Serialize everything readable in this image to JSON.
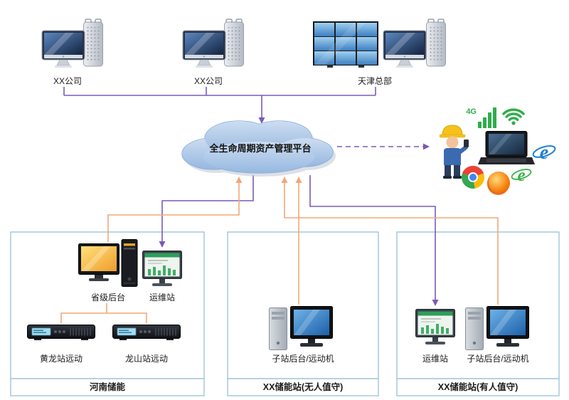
{
  "colors": {
    "purple_line": "#7a5ab8",
    "orange_line": "#f0a878",
    "box_border": "#9fc5d8",
    "green_icon": "#2fae4a",
    "cloud_fill": "#a9c6e6"
  },
  "top_nodes": [
    {
      "label": "XX公司"
    },
    {
      "label": "XX公司"
    },
    {
      "label": "天津总部"
    }
  ],
  "cloud": {
    "label": "全生命周期资产管理平台"
  },
  "remote": {
    "badge_4g": "4G",
    "ie_glyph": "e",
    "edge_glyph": "e"
  },
  "groups": [
    {
      "title": "河南储能",
      "backend_label": "省级后台",
      "om_label": "运维站",
      "rack1_label": "黄龙站远动",
      "rack2_label": "龙山站远动"
    },
    {
      "title": "XX储能站(无人值守)",
      "station_label": "子站后台/远动机"
    },
    {
      "title": "XX储能站(有人值守)",
      "om_label": "运维站",
      "station_label": "子站后台/远动机"
    }
  ]
}
